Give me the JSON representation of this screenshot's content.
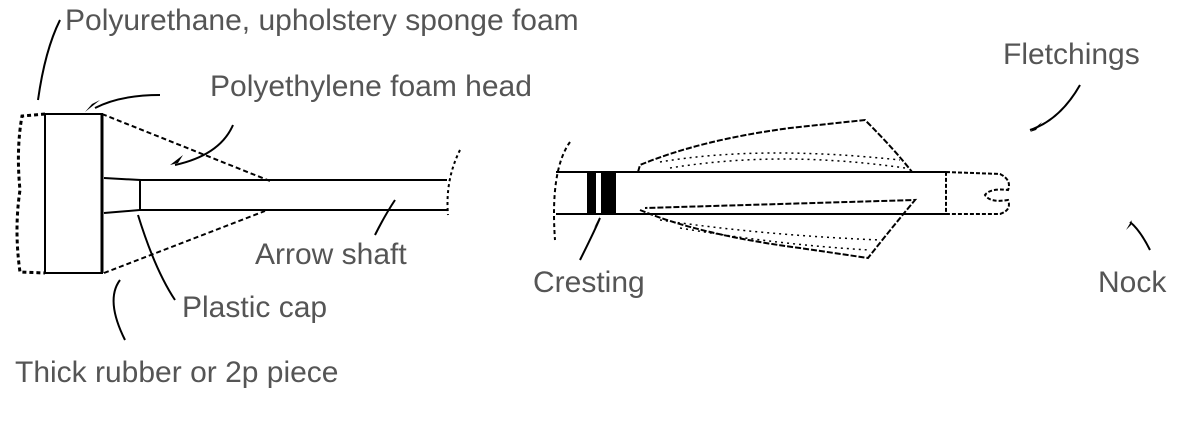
{
  "labels": {
    "polyurethane": "Polyurethane, upholstery sponge foam",
    "polyethylene": "Polyethylene foam head",
    "fletchings": "Fletchings",
    "arrow_shaft": "Arrow shaft",
    "cresting": "Cresting",
    "nock": "Nock",
    "plastic_cap": "Plastic cap",
    "rubber": "Thick rubber or 2p piece"
  }
}
